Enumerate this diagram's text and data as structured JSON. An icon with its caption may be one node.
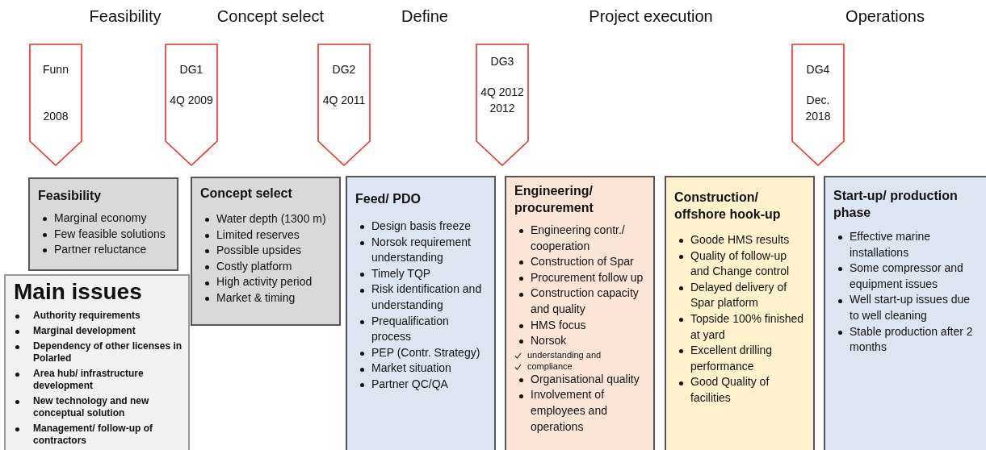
{
  "diagram": {
    "nodes": [
      {
        "text": [
          "Funn",
          "2008"
        ]
      },
      {
        "text": [
          "DG1",
          "4Q 2009"
        ]
      },
      {
        "text": [
          "DG2",
          "4Q 2011"
        ]
      },
      {
        "text": [
          "DG3",
          "4Q 2012 2012"
        ]
      },
      {
        "text": [
          "DG4",
          "Dec. 2018"
        ]
      },
      {
        "text": [
          "Main issues",
          "Authority requirements",
          "Marginal development",
          "Dependency of other licenses in Polarled",
          "Area hub/ infrastructure development",
          "New technology and new conceptual solution",
          "Management/ follow-up of contractors"
        ]
      },
      {
        "text": [
          "Feasibility",
          "Marginal economy",
          "Few feasible solutions",
          "Partner reluctance"
        ]
      },
      {
        "text": [
          "Concept select",
          "Water depth (1300 m)",
          "Limited reserves",
          "Possible upsides",
          "Costly platform",
          "High activity period",
          "Market & timing"
        ]
      },
      {
        "text": [
          "Feed/ PDO",
          "Design basis freeze",
          "Norsok requirement understanding",
          "Timely TQP",
          "Risk identification and understanding",
          "Prequalification process",
          "PEP (Contr. Strategy)",
          "Market situation",
          "Partner QC/QA"
        ]
      },
      {
        "text": [
          "Engineering/ procurement",
          "Engineering contr./ cooperation",
          "Construction of Spar",
          "Procurement follow up",
          "Construction capacity and quality",
          "HMS focus",
          "Norsok",
          "understanding and",
          "compliance",
          "Organisational quality",
          "Involvement of employees and operations"
        ]
      },
      {
        "text": [
          "Construction/ offshore hook-up",
          "Goode HMS results",
          "Quality of follow-up and Change control",
          "Delayed delivery of Spar platform",
          "Topside 100% finished at yard",
          "Excellent drilling performance",
          "Good Quality of facilities"
        ]
      },
      {
        "text": [
          "Start-up/ production phase",
          "Effective marine installations",
          "Some compressor and equipment issues",
          "Well start-up issues due to well cleaning",
          "Stable production after 2 months"
        ]
      }
    ],
    "edges": [],
    "labels": [
      "Feasibility",
      "Concept select",
      "Define",
      "Project execution",
      "Operations"
    ]
  }
}
